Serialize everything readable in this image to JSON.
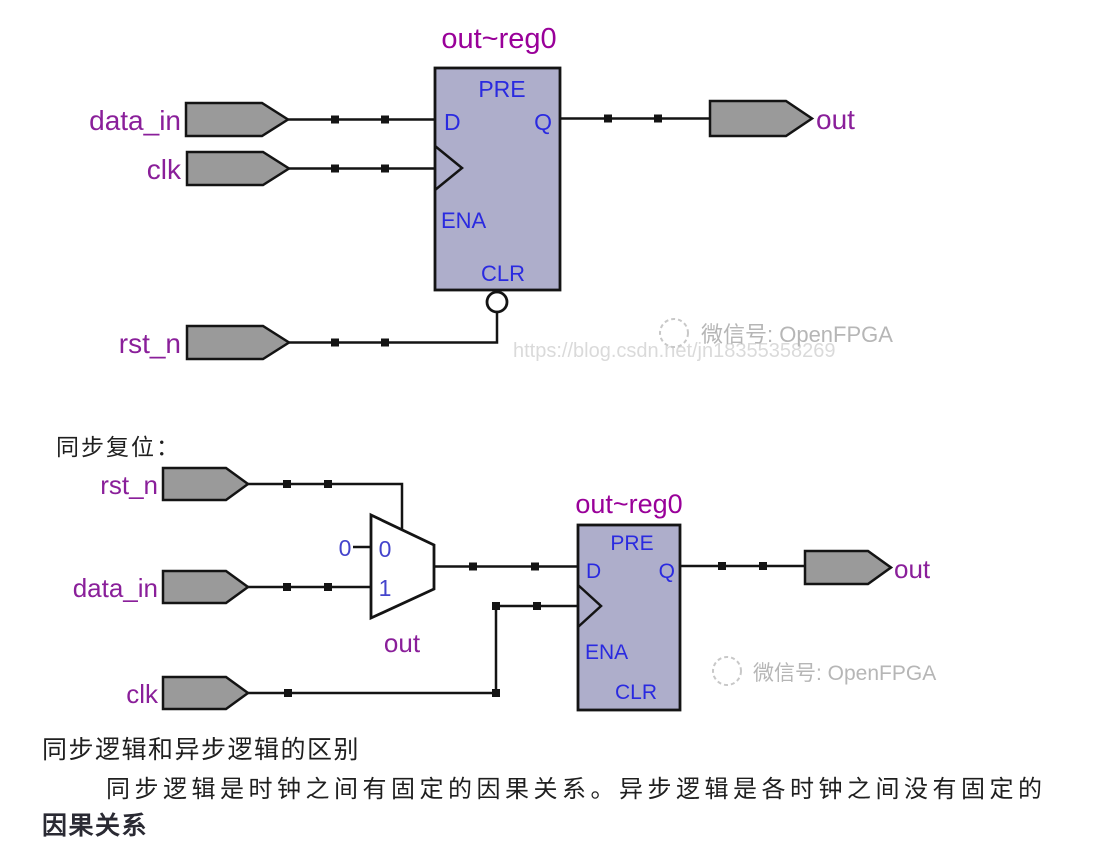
{
  "colors": {
    "register_fill": "#aeaecb",
    "register_border": "#141414",
    "pin_fill": "#9a9a9a",
    "wire": "#141414",
    "port_label": "#2a2ae0",
    "mux_value_label": "#4444cc",
    "net_label": "#8a1f9a",
    "instance_title": "#990099",
    "watermark_gray": "#b6b6b6",
    "watermark_url_gray": "#dadada"
  },
  "diagram_async": {
    "instance_title": "out~reg0",
    "register_ports": {
      "pre": "PRE",
      "d": "D",
      "q": "Q",
      "ena": "ENA",
      "clr": "CLR"
    },
    "inputs": {
      "data_in": "data_in",
      "clk": "clk",
      "rst_n": "rst_n"
    },
    "output": "out",
    "watermark_wechat": "微信号: OpenFPGA",
    "watermark_url": "https://blog.csdn.net/jn18355358269"
  },
  "section_sync": {
    "heading": "同步复位：",
    "instance_title": "out~reg0",
    "register_ports": {
      "pre": "PRE",
      "d": "D",
      "q": "Q",
      "ena": "ENA",
      "clr": "CLR"
    },
    "mux": {
      "const_value": "0",
      "input0": "0",
      "input1": "1",
      "label": "out"
    },
    "inputs": {
      "rst_n": "rst_n",
      "data_in": "data_in",
      "clk": "clk"
    },
    "output": "out",
    "watermark_wechat": "微信号: OpenFPGA"
  },
  "paragraphs": {
    "line1": "同步逻辑和异步逻辑的区别",
    "line2": "同步逻辑是时钟之间有固定的因果关系。异步逻辑是各时钟之间没有固定的",
    "line3": "因果关系"
  }
}
